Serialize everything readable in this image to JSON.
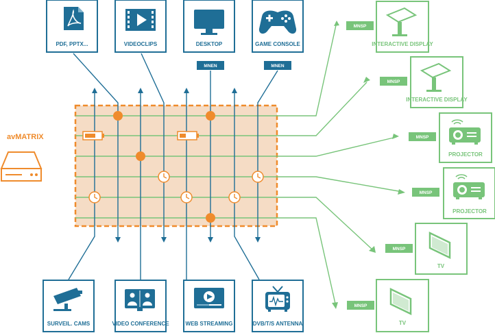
{
  "brand": {
    "name": "avMATRIX"
  },
  "colors": {
    "blue": "#1f6e96",
    "green": "#78c47a",
    "orange": "#ef8b2c",
    "matrix_fill": "#f5dcc5"
  },
  "sources_top": [
    {
      "label": "PDF, PPTX...",
      "icon": "pdf-file-icon"
    },
    {
      "label": "VIDEOCLIPS",
      "icon": "video-clip-icon"
    },
    {
      "label": "DESKTOP",
      "icon": "desktop-monitor-icon"
    },
    {
      "label": "GAME CONSOLE",
      "icon": "gamepad-icon"
    }
  ],
  "encoder_tags": [
    {
      "label": "MNEN"
    },
    {
      "label": "MNEN"
    }
  ],
  "sources_bottom": [
    {
      "label": "SURVEIL. CAMS",
      "icon": "surveillance-camera-icon"
    },
    {
      "label": "VIDEO CONFERENCE",
      "icon": "video-conference-icon"
    },
    {
      "label": "WEB STREAMING",
      "icon": "web-streaming-icon"
    },
    {
      "label": "DVB/T/S ANTENNA",
      "icon": "tv-antenna-icon"
    }
  ],
  "outputs": [
    {
      "label": "INTERACTIVE DISPLAY",
      "tag": "MNSP",
      "icon": "interactive-kiosk-icon"
    },
    {
      "label": "INTERACTIVE DISPLAY",
      "tag": "MNSP",
      "icon": "interactive-kiosk-icon"
    },
    {
      "label": "PROJECTOR",
      "tag": "MNSP",
      "icon": "projector-icon"
    },
    {
      "label": "PROJECTOR",
      "tag": "MNSP",
      "icon": "projector-icon"
    },
    {
      "label": "TV",
      "tag": "MNSP",
      "icon": "tv-screen-icon"
    },
    {
      "label": "TV",
      "tag": "MNSP",
      "icon": "tv-screen-icon"
    }
  ]
}
